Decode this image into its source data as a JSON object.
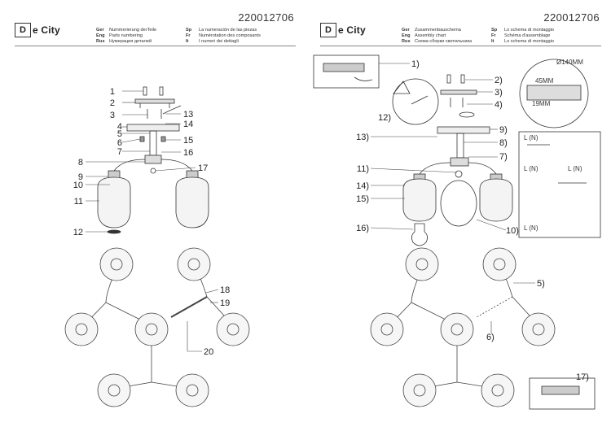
{
  "brand": {
    "box_letter": "D",
    "name": "e City"
  },
  "product_code": "220012706",
  "left_page": {
    "legend": [
      {
        "lang": "Ger",
        "text": "Nummerierung derTeile"
      },
      {
        "lang": "Eng",
        "text": "Parts numbering"
      },
      {
        "lang": "Rus",
        "text": "Нумерация деталей"
      },
      {
        "lang": "Sp",
        "text": "La numeración de las piezas"
      },
      {
        "lang": "Fr",
        "text": "Numérotation des composants"
      },
      {
        "lang": "It",
        "text": "I numeri dei dettagli"
      }
    ],
    "part_numbers": [
      "1",
      "2",
      "3",
      "4",
      "5",
      "6",
      "7",
      "8",
      "9",
      "10",
      "11",
      "12",
      "13",
      "14",
      "15",
      "16",
      "17",
      "18",
      "19",
      "20"
    ]
  },
  "right_page": {
    "legend": [
      {
        "lang": "Ger",
        "text": "Zusammenbauschema"
      },
      {
        "lang": "Eng",
        "text": "Assembly chart"
      },
      {
        "lang": "Rus",
        "text": "Схема сборки светильника"
      },
      {
        "lang": "Sp",
        "text": "Lo schema di montaggio"
      },
      {
        "lang": "Fr",
        "text": "Schéma d'assemblage"
      },
      {
        "lang": "It",
        "text": "Lo schema di montaggio"
      }
    ],
    "step_numbers": [
      "1)",
      "2)",
      "3)",
      "4)",
      "5)",
      "6)",
      "7)",
      "8)",
      "9)",
      "10)",
      "11)",
      "12)",
      "13)",
      "14)",
      "15)",
      "16)",
      "17)"
    ],
    "dimensions": {
      "diameter": "Ø140MM",
      "d1": "45MM",
      "d2": "19MM"
    },
    "wiring_labels": {
      "ln": "L (N)"
    }
  }
}
